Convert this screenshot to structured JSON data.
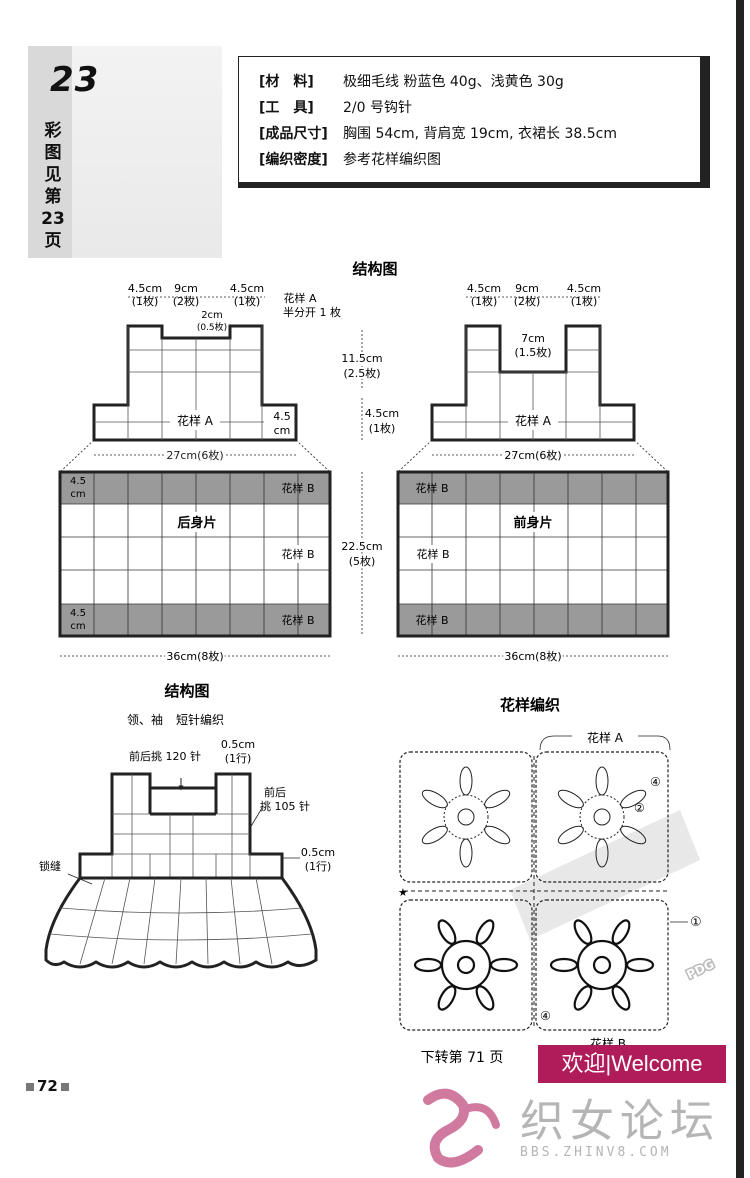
{
  "project": {
    "number": "23",
    "side_note": "彩图见第23页"
  },
  "materials": [
    {
      "label": "[材　料]",
      "value": "极细毛线  粉蓝色 40g、浅黄色 30g"
    },
    {
      "label": "[工　具]",
      "value": "2/0 号钩针"
    },
    {
      "label": "[成品尺寸]",
      "value": "胸围 54cm, 背肩宽 19cm, 衣裙长 38.5cm"
    },
    {
      "label": "[编织密度]",
      "value": "参考花样编织图"
    }
  ],
  "structure_top": {
    "title": "结构图",
    "back": {
      "dim_left": "4.5cm",
      "dim_left_sub": "(1枚)",
      "dim_mid": "9cm",
      "dim_mid_sub": "(2枚)",
      "dim_right": "4.5cm",
      "dim_right_sub": "(1枚)",
      "neck": "2cm",
      "neck_sub": "(0.5枚)",
      "note": "花样 A",
      "note2": "半分开 1 枚",
      "yoke_label": "花样 A",
      "corner": "4.5",
      "corner2": "cm",
      "width": "27cm(6枚)",
      "body_title": "后身片",
      "body_width": "36cm(8枚)",
      "pattern_b": "花样 B",
      "edge_a": "4.5",
      "edge_b": "cm"
    },
    "center": {
      "h1": "11.5cm",
      "h1_sub": "(2.5枚)",
      "h2": "4.5cm",
      "h2_sub": "(1枚)",
      "h3": "22.5cm",
      "h3_sub": "(5枚)"
    },
    "front": {
      "dim_left": "4.5cm",
      "dim_left_sub": "(1枚)",
      "dim_mid": "9cm",
      "dim_mid_sub": "(2枚)",
      "dim_right": "4.5cm",
      "dim_right_sub": "(1枚)",
      "neck": "7cm",
      "neck_sub": "(1.5枚)",
      "yoke_label": "花样 A",
      "width": "27cm(6枚)",
      "body_title": "前身片",
      "body_width": "36cm(8枚)",
      "pattern_b": "花样 B"
    }
  },
  "structure_bottom": {
    "title": "结构图",
    "subtitle": "领、袖",
    "stitch": "短针编织",
    "pick_back": "前后挑 120 针",
    "edge1": "0.5cm",
    "edge1_sub": "(1行)",
    "pick_front": "前后",
    "pick_front2": "挑 105 针",
    "edge2": "0.5cm",
    "edge2_sub": "(1行)",
    "seam": "锁缝"
  },
  "pattern_chart": {
    "title": "花样编织",
    "label_a": "花样 A",
    "label_b": "花样 B",
    "mark1": "①",
    "mark2": "②",
    "mark4": "④",
    "star": "★",
    "continued": "下转第 71 页"
  },
  "footer": {
    "page_number": "72"
  },
  "watermark": {
    "badge": "欢迎|Welcome",
    "name": "织女论坛",
    "url": "BBS.ZHINV8.COM",
    "pdg": "PDG"
  },
  "colors": {
    "gray_band": "#9a9a9a",
    "line": "#222222",
    "wm_badge": "#b01c5a"
  }
}
